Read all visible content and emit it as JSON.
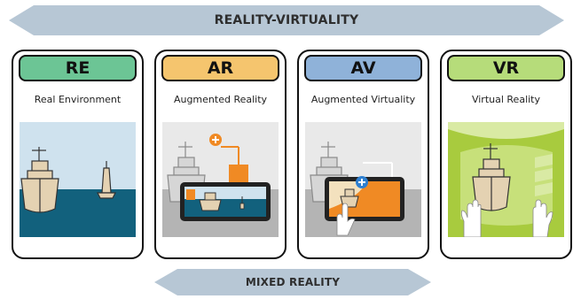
{
  "top_arrow": {
    "label": "REALITY-VIRTUALITY",
    "color": "#b7c7d5"
  },
  "bottom_arrow": {
    "label": "MIXED REALITY",
    "color": "#b7c7d5"
  },
  "cards": [
    {
      "tag": "RE",
      "subtitle": "Real Environment",
      "tag_color": "#6cc595"
    },
    {
      "tag": "AR",
      "subtitle": "Augmented Reality",
      "tag_color": "#f5c56e"
    },
    {
      "tag": "AV",
      "subtitle": "Augmented Virtuality",
      "tag_color": "#8fb2d9"
    },
    {
      "tag": "VR",
      "subtitle": "Virtual Reality",
      "tag_color": "#b6dc7a"
    }
  ],
  "colors": {
    "orange": "#f08a24",
    "sea": "#12617d",
    "ship": "#e4d2b2",
    "virtual_green": "#a8cb3e",
    "plus_blue": "#2e7fd0"
  }
}
